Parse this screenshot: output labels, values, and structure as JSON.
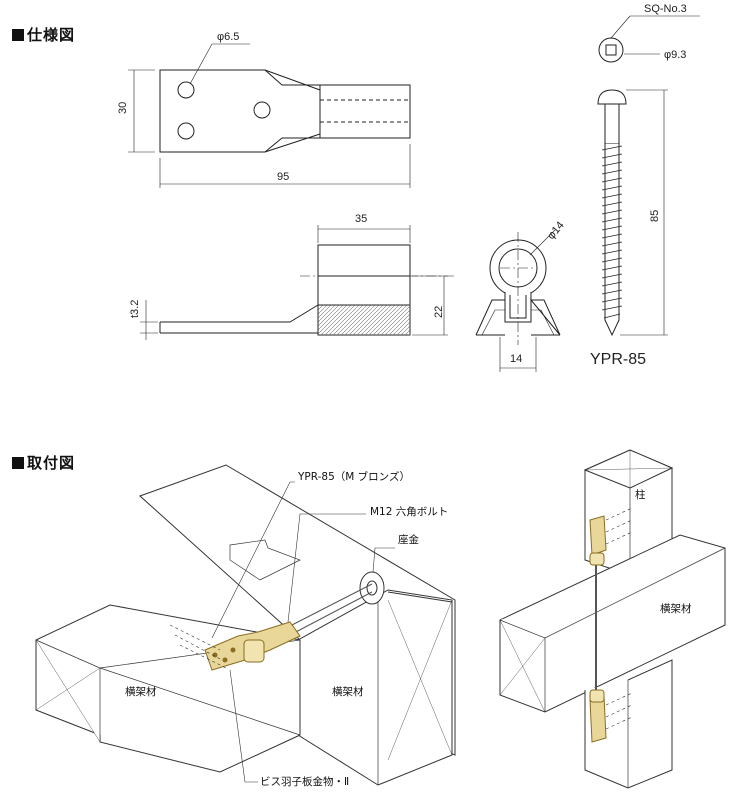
{
  "sections": {
    "spec_title": "仕様図",
    "install_title": "取付図"
  },
  "spec": {
    "hole_dia": "φ6.5",
    "width": "30",
    "length": "95",
    "socket_len": "35",
    "thickness": "t3.2",
    "height": "22",
    "ring_dia": "φ14",
    "base_width": "14"
  },
  "screw": {
    "drive": "SQ-No.3",
    "head_dia": "φ9.3",
    "length": "85",
    "model": "YPR-85"
  },
  "install": {
    "screw_label": "YPR-85（M ブロンズ）",
    "bolt_label": "M12 六角ボルト",
    "washer_label": "座金",
    "beam_left": "横架材",
    "beam_right": "横架材",
    "plate_label": "ビス羽子板金物・Ⅱ",
    "post_label": "柱",
    "beam_post": "横架材"
  },
  "colors": {
    "line": "#222222",
    "metal": "#e9d79a",
    "metal_dark": "#b79a4a"
  }
}
